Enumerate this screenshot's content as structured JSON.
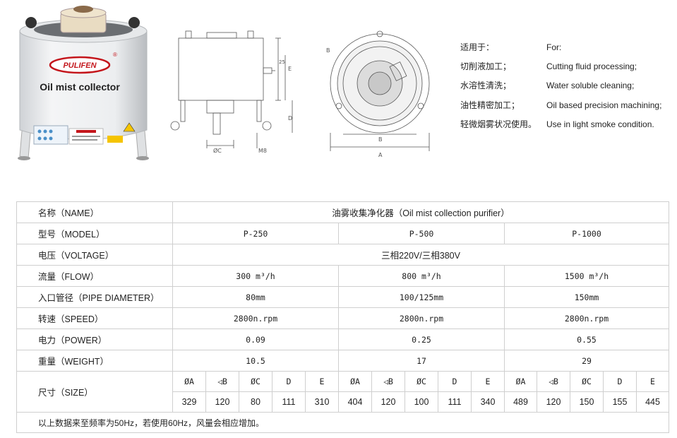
{
  "product": {
    "brand": "PULIFEN",
    "registered": "®",
    "label": "Oil mist collector"
  },
  "drawings": {
    "side": {
      "dim_c": "ØC",
      "dim_e": "E",
      "dim_d": "D",
      "dim_note_m8": "M8",
      "dim_25": "25"
    },
    "top": {
      "dim_a": "A",
      "dim_b": "B",
      "dim_b_angle": "B"
    }
  },
  "applications": {
    "items": [
      {
        "cn": "适用于：",
        "en": "For:"
      },
      {
        "cn": "切削液加工；",
        "en": "Cutting fluid processing;"
      },
      {
        "cn": "水溶性清洗；",
        "en": "Water soluble cleaning;"
      },
      {
        "cn": "油性精密加工；",
        "en": "Oil based precision machining;"
      },
      {
        "cn": "轻微烟雾状况使用。",
        "en": "Use in light smoke condition."
      }
    ]
  },
  "spec_table": {
    "name_label": "名称（NAME）",
    "name_value": "油雾收集净化器（Oil mist collection purifier）",
    "model_label": "型号（MODEL）",
    "models": [
      "P-250",
      "P-500",
      "P-1000"
    ],
    "voltage_label": "电压（VOLTAGE）",
    "voltage_value": "三相220V/三相380V",
    "flow_label": "流量（FLOW）",
    "flow": [
      "300 m³/h",
      "800 m³/h",
      "1500 m³/h"
    ],
    "pipe_label": "入口管径（PIPE DIAMETER）",
    "pipe": [
      "80mm",
      "100/125mm",
      "150mm"
    ],
    "speed_label": "转速（SPEED）",
    "speed": [
      "2800n.rpm",
      "2800n.rpm",
      "2800n.rpm"
    ],
    "power_label": "电力（POWER）",
    "power": [
      "0.09",
      "0.25",
      "0.55"
    ],
    "weight_label": "重量（WEIGHT）",
    "weight": [
      "10.5",
      "17",
      "29"
    ],
    "size_label": "尺寸（SIZE）",
    "size_headers": [
      "ØA",
      "◁B",
      "ØC",
      "D",
      "E"
    ],
    "sizes": [
      [
        "329",
        "120",
        "80",
        "111",
        "310"
      ],
      [
        "404",
        "120",
        "100",
        "111",
        "340"
      ],
      [
        "489",
        "120",
        "150",
        "155",
        "445"
      ]
    ],
    "note": "以上数据来至频率为50Hz，若使用60Hz，风量会相应增加。"
  }
}
